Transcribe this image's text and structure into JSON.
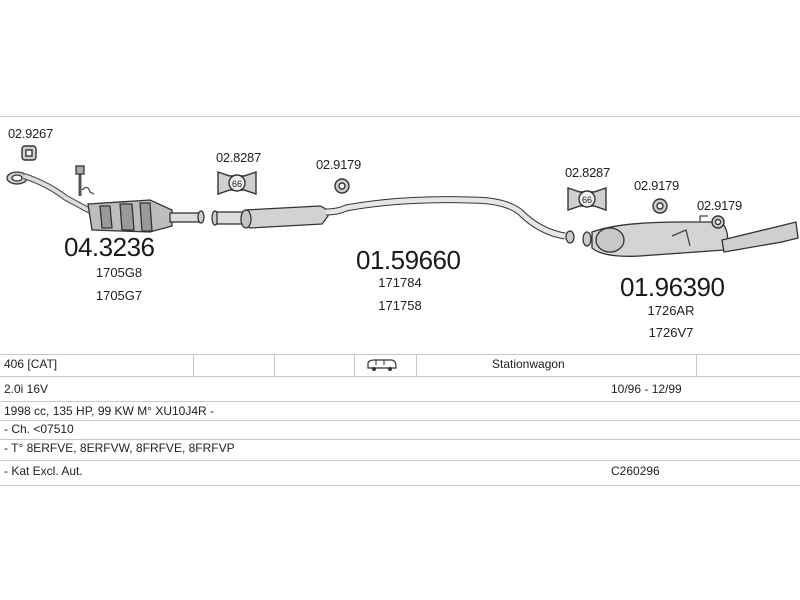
{
  "diagram": {
    "clamps": [
      {
        "label": "02.9267"
      },
      {
        "label": "02.8287"
      },
      {
        "label": "02.9179"
      },
      {
        "label": "02.8287"
      },
      {
        "label": "02.9179"
      },
      {
        "label": "02.9179"
      }
    ],
    "clamp_badge": "66",
    "sections": [
      {
        "number": "04.3236",
        "oem": [
          "1705G8",
          "1705G7"
        ]
      },
      {
        "number": "01.59660",
        "oem": [
          "171784",
          "171758"
        ]
      },
      {
        "number": "01.96390",
        "oem": [
          "1726AR",
          "1726V7"
        ]
      }
    ]
  },
  "vehicle": {
    "model": "406  [CAT]",
    "body_type": "Stationwagon",
    "engine": "2.0i 16V",
    "date_range": "10/96 - 12/99",
    "spec": "1998 cc, 135 HP, 99 KW M° XU10J4R -",
    "chassis": "- Ch. <07510",
    "type_codes": "- T° 8ERFVE, 8ERFVW, 8FRFVE, 8FRFVP",
    "note": "- Kat Excl. Aut.",
    "reference": "C260296"
  },
  "colors": {
    "line": "#c8c8c8",
    "part_stroke": "#333333",
    "part_fill": "#d9d9d9"
  }
}
